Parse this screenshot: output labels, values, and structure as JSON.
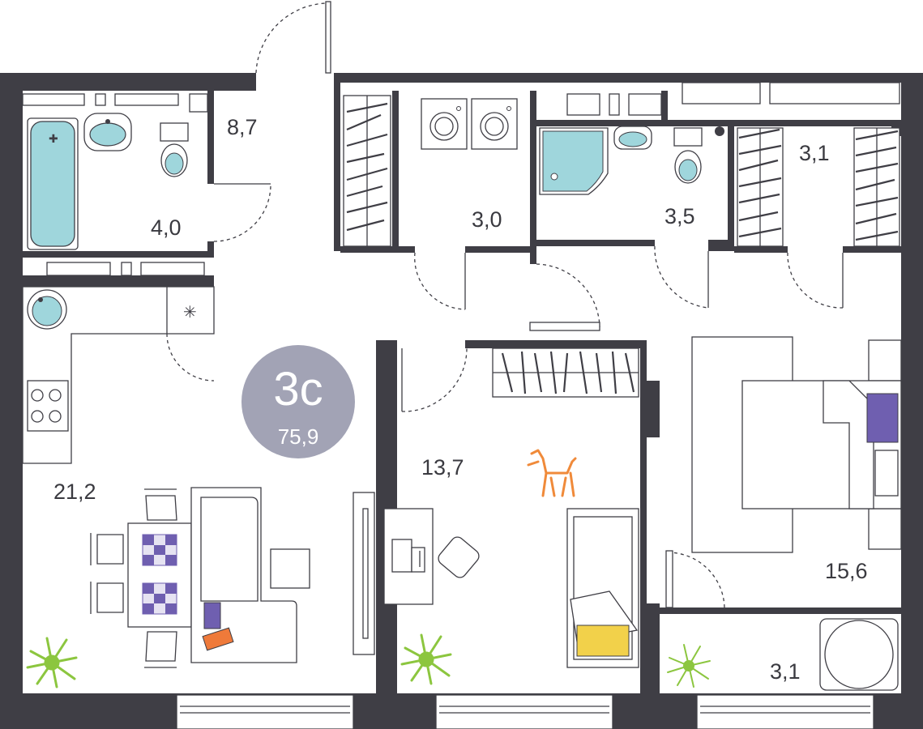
{
  "apartment": {
    "type": "3с",
    "total_area": "75,9",
    "badge_color": "#a2a3b5"
  },
  "rooms": {
    "corridor": "8,7",
    "bathroom": "4,0",
    "laundry": "3,0",
    "shower_room": "3,5",
    "wardrobe": "3,1",
    "kitchen_living": "21,2",
    "bedroom": "13,7",
    "master_bedroom": "15,6",
    "balcony": "3,1"
  },
  "colors": {
    "walls": "#3f3e45",
    "water": "#9fd6dc",
    "plant": "#8cc63f",
    "dog": "#f08a3a",
    "pillow_purple": "#6f5fb0",
    "blanket_yellow": "#f2d14a",
    "pillow_orange": "#ef7a3a"
  }
}
